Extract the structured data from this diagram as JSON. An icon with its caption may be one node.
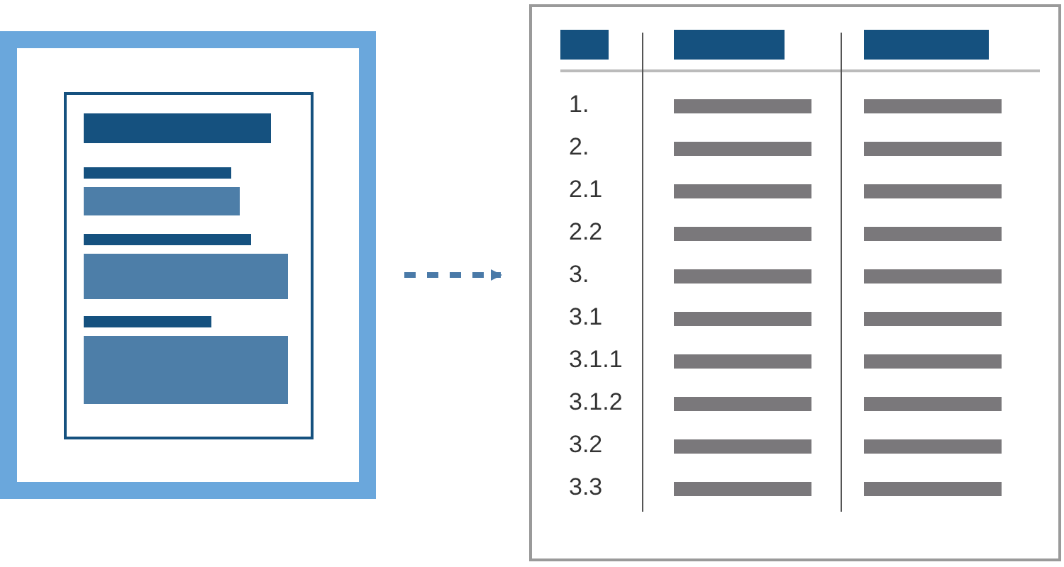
{
  "diagram": {
    "nodes": [
      {
        "text": [],
        "shape": "document"
      },
      {
        "text": [],
        "shape": "table"
      }
    ],
    "edges": [
      {
        "from": 0,
        "to": 1,
        "arrow": "to",
        "style": "dashed"
      }
    ],
    "labels": [
      "1.",
      "2.",
      "2.1",
      "2.2",
      "3.",
      "3.1",
      "3.1.1",
      "3.1.2",
      "3.2",
      "3.3"
    ]
  }
}
